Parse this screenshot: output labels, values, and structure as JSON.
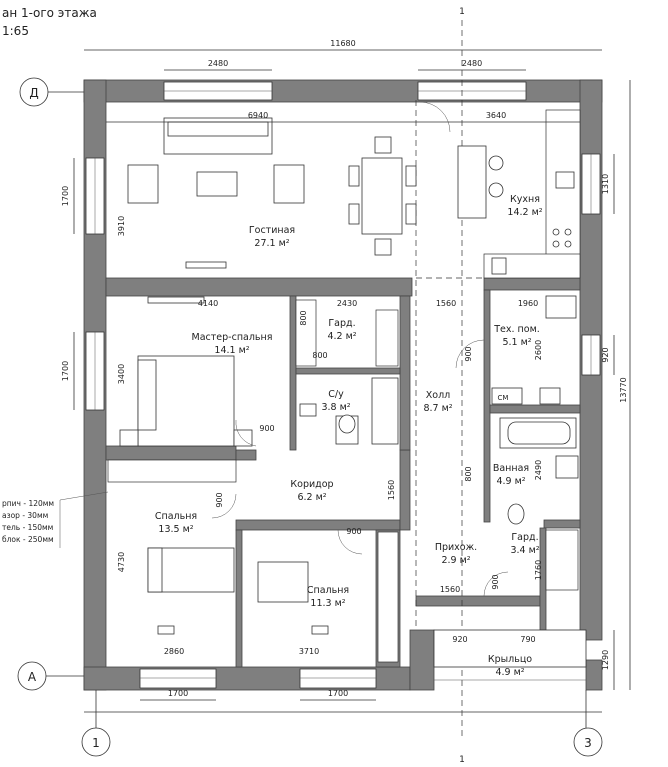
{
  "header": {
    "title": "ан 1-ого этажа",
    "scale": "1:65"
  },
  "overall": {
    "width": "11680",
    "height": "13770"
  },
  "axes": {
    "D": "Д",
    "A": "А",
    "one": "1",
    "three": "3",
    "section_top": "1",
    "section_bottom": "1"
  },
  "top_dims": {
    "window_left": "2480",
    "window_right": "2480",
    "living_width": "6940",
    "kitchen_width": "3640"
  },
  "inner_dims": {
    "living_height": "3910",
    "master_width": "4140",
    "dressing_width": "2430",
    "hall_width": "1560",
    "tech_width": "1960",
    "master_height": "3400",
    "dressing_small": "800",
    "dressing_door": "800",
    "master_door": "900",
    "hall_door": "900",
    "tech_height": "2600",
    "bath_door": "800",
    "bath_height": "2490",
    "corridor_width": "1560",
    "bedroom_door": "900",
    "bedroom2_door": "900",
    "bedroom_height": "4730",
    "entry_width": "1560",
    "entry_door": "900",
    "dressing2_height": "1760",
    "bottom_left_width": "2860",
    "bottom_mid_width": "3710",
    "porch_left": "920",
    "porch_right": "790"
  },
  "side_dims": {
    "left_window_top": "1700",
    "left_window_mid": "1700",
    "right_window_kitchen": "1310",
    "right_window_tech": "920",
    "porch_height": "1290"
  },
  "bottom_dims": {
    "window_left": "1700",
    "window_right": "1700"
  },
  "rooms": [
    {
      "name": "Гостиная",
      "area": "27.1 м²"
    },
    {
      "name": "Кухня",
      "area": "14.2 м²"
    },
    {
      "name": "Мастер-спальня",
      "area": "14.1 м²"
    },
    {
      "name": "Гард.",
      "area": "4.2 м²"
    },
    {
      "name": "С/у",
      "area": "3.8 м²"
    },
    {
      "name": "Тех. пом.",
      "area": "5.1 м²"
    },
    {
      "name": "Холл",
      "area": "8.7 м²"
    },
    {
      "name": "Ванная",
      "area": "4.9 м²"
    },
    {
      "name": "Коридор",
      "area": "6.2 м²"
    },
    {
      "name": "Спальня",
      "area": "13.5 м²"
    },
    {
      "name": "Спальня",
      "area": "11.3 м²"
    },
    {
      "name": "Прихож.",
      "area": "2.9 м²"
    },
    {
      "name": "Гард.",
      "area": "3.4 м²"
    },
    {
      "name": "Крыльцо",
      "area": "4.9 м²"
    }
  ],
  "tech_label": "СМ",
  "legend": [
    "рпич - 120мм",
    "азор - 30мм",
    "тель - 150мм",
    "блок - 250мм"
  ]
}
